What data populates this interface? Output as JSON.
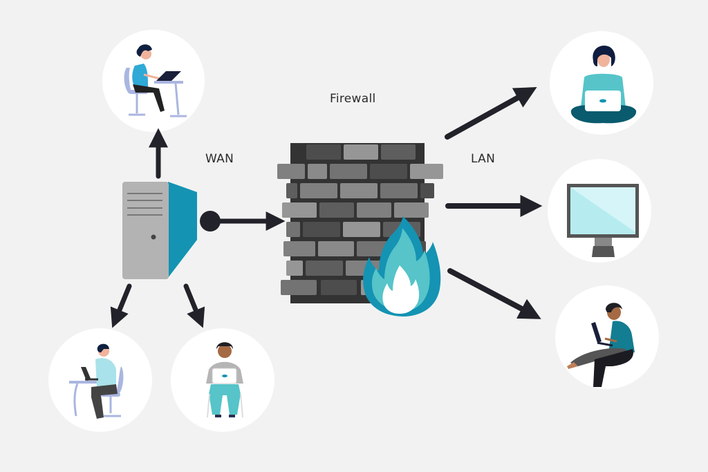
{
  "diagram": {
    "title": "Firewall",
    "labels": {
      "firewall": "Firewall",
      "wan": "WAN",
      "lan": "LAN"
    },
    "nodes": {
      "wan_side": {
        "server": "server-tower",
        "users": [
          {
            "name": "woman-at-desk-with-laptop"
          },
          {
            "name": "man-at-desk-with-laptop"
          },
          {
            "name": "person-seated-with-laptop"
          }
        ]
      },
      "lan_side": [
        {
          "name": "woman-cross-legged-with-laptop"
        },
        {
          "name": "desktop-monitor"
        },
        {
          "name": "man-sitting-with-laptop"
        }
      ]
    },
    "colors": {
      "background": "#f2f2f2",
      "arrow": "#22222a",
      "accent_teal": "#1493b3",
      "flame_light": "#56c4c9",
      "brick_dark": "#333333",
      "brick_mid": "#808080"
    }
  }
}
